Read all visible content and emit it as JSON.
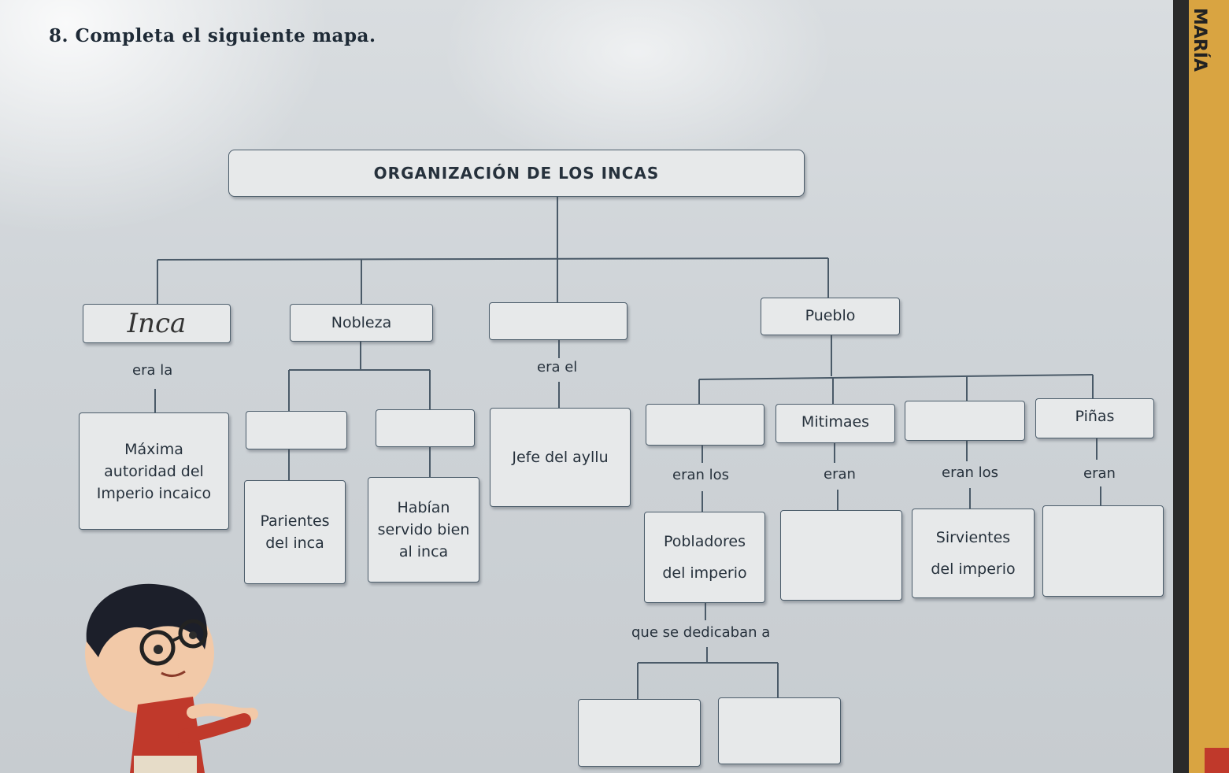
{
  "instruction": "8. Completa el siguiente mapa.",
  "side_label": "MARÍA",
  "title": "ORGANIZACIÓN DE LOS INCAS",
  "level1": {
    "inca": "Inca",
    "nobleza": "Nobleza",
    "blank": "",
    "pueblo": "Pueblo"
  },
  "connectors": {
    "era_la": "era la",
    "era_el": "era el",
    "eran_los_1": "eran los",
    "eran_1": "eran",
    "eran_los_2": "eran los",
    "eran_2": "eran",
    "habian": "Habían",
    "que_se_dedicaban": "que se dedicaban a"
  },
  "inca_desc": [
    "Máxima",
    "autoridad del",
    "Imperio incaico"
  ],
  "nobleza_children": [
    "",
    ""
  ],
  "nobleza_desc": {
    "parientes": [
      "Parientes",
      "del inca"
    ],
    "servido": [
      "servido bien",
      "al inca"
    ]
  },
  "jefe": "Jefe del ayllu",
  "pueblo_children": [
    "",
    "Mitimaes",
    "",
    "Piñas"
  ],
  "pueblo_desc": {
    "pobladores": [
      "Pobladores",
      "del imperio"
    ],
    "sirvientes": [
      "Sirvientes",
      "del imperio"
    ]
  },
  "colors": {
    "box_border": "#4c5d6b",
    "box_fill": "#e7e9ea",
    "text": "#26313c"
  }
}
